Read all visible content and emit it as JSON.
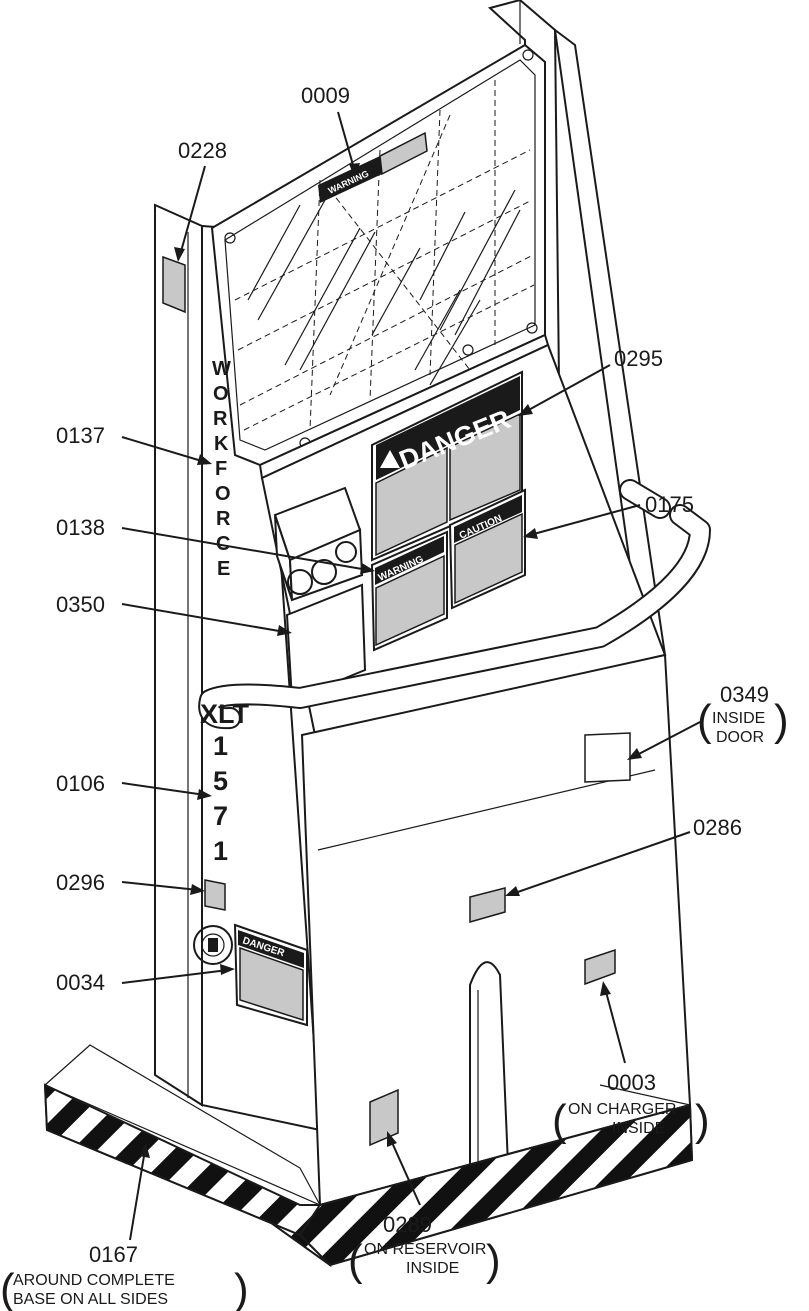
{
  "callouts": {
    "c0009": "0009",
    "c0228": "0228",
    "c0295": "0295",
    "c0137": "0137",
    "c0175": "0175",
    "c0138": "0138",
    "c0350": "0350",
    "c0349": "0349",
    "c0106": "0106",
    "c0286": "0286",
    "c0296": "0296",
    "c0034": "0034",
    "c0003": "0003",
    "c0289": "0289",
    "c0167": "0167"
  },
  "notes": {
    "inside_door_1": "INSIDE",
    "inside_door_2": "DOOR",
    "charger_1": "ON  CHARGER",
    "charger_2": "INSIDE",
    "reservoir_1": "ON  RESERVOIR",
    "reservoir_2": "INSIDE",
    "base_1": "AROUND  COMPLETE",
    "base_2": "BASE ON  ALL  SIDES"
  },
  "brand_letters": [
    "W",
    "O",
    "R",
    "K",
    "F",
    "O",
    "R",
    "C",
    "E"
  ],
  "model": {
    "prefix": "XLT",
    "digits": [
      "1",
      "5",
      "7",
      "1"
    ]
  },
  "signs": {
    "warning_top": "WARNING",
    "danger_large": "DANGER",
    "warning_small": "WARNING",
    "caution": "CAUTION",
    "danger_side": "DANGER"
  },
  "colors": {
    "decal_gray": "#c8c8c8",
    "ink": "#1a1a1a",
    "background": "#ffffff"
  }
}
